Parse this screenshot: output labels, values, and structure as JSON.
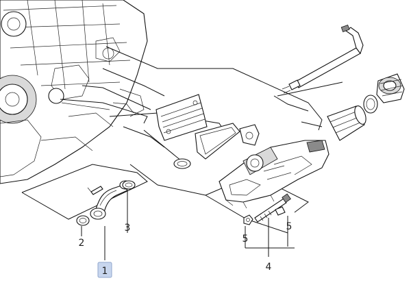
{
  "diagram": {
    "callouts": [
      {
        "id": "c1",
        "label": "1",
        "highlighted": true
      },
      {
        "id": "c2",
        "label": "2"
      },
      {
        "id": "c3",
        "label": "3"
      },
      {
        "id": "c4",
        "label": "4"
      },
      {
        "id": "c5a",
        "label": "5"
      },
      {
        "id": "c5b",
        "label": "5"
      }
    ],
    "colors": {
      "highlight_fill": "#c8d6ee",
      "highlight_border": "#8fa6cc",
      "line": "#111111",
      "background": "#ffffff"
    }
  }
}
